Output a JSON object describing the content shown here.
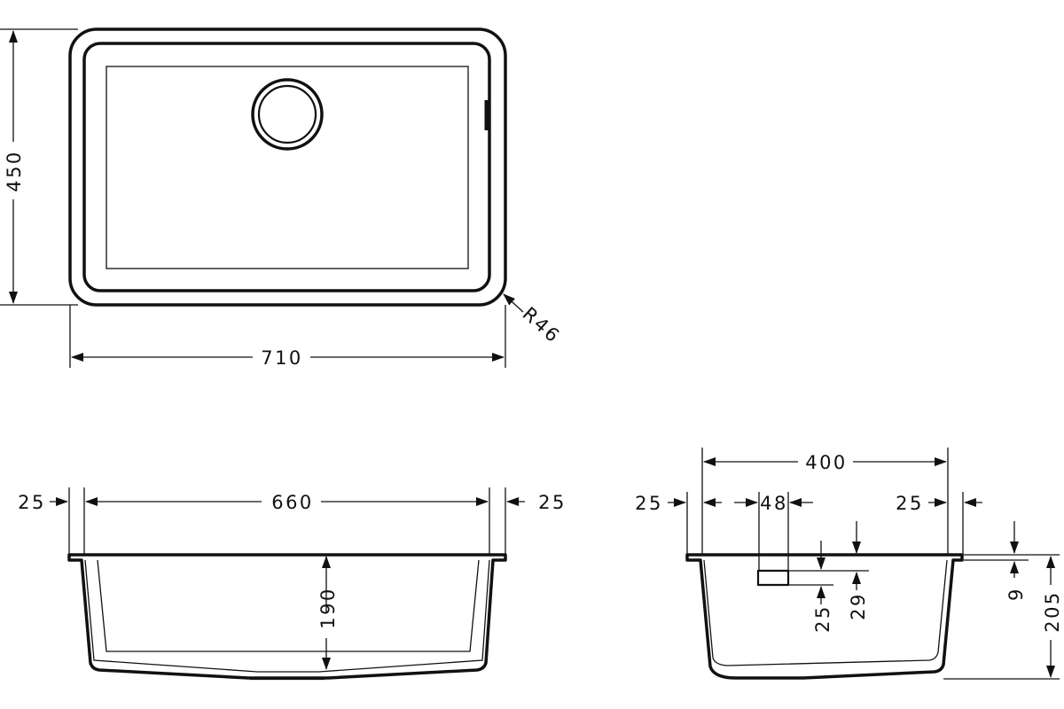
{
  "top_view": {
    "height": "450",
    "width": "710",
    "radius": "R46"
  },
  "front_view": {
    "left_rim": "25",
    "inner_width": "660",
    "right_rim": "25",
    "depth": "190"
  },
  "side_view": {
    "outer_width": "400",
    "left_rim": "25",
    "drain_offset": "48",
    "right_rim": "25",
    "overflow_a": "25",
    "overflow_b": "29",
    "rim_thickness": "9",
    "total_height": "205"
  }
}
